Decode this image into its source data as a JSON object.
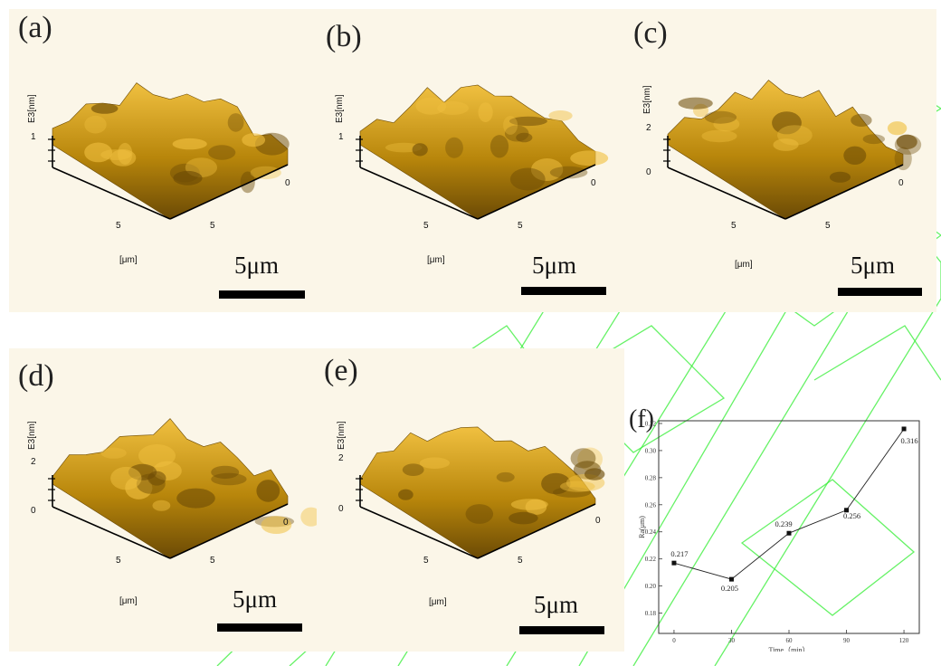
{
  "panels": [
    {
      "label": "(a)",
      "zlabel": "E3[nm]",
      "zticks": [
        "1"
      ],
      "xlabel": "[μm]",
      "tick_left": "5",
      "tick_right": "5",
      "tick_end": "0",
      "scale": "5μm"
    },
    {
      "label": "(b)",
      "zlabel": "E3[nm]",
      "zticks": [
        "1"
      ],
      "xlabel": "[μm]",
      "tick_left": "5",
      "tick_right": "5",
      "tick_end": "0",
      "scale": "5μm"
    },
    {
      "label": "(c)",
      "zlabel": "E3[nm]",
      "zticks": [
        "2",
        "0"
      ],
      "xlabel": "[μm]",
      "tick_left": "5",
      "tick_right": "5",
      "tick_end": "0",
      "scale": "5μm"
    },
    {
      "label": "(d)",
      "zlabel": "E3[nm]",
      "zticks": [
        "2",
        "0"
      ],
      "xlabel": "[μm]",
      "tick_left": "5",
      "tick_right": "5",
      "tick_end": "0",
      "scale": "5μm"
    },
    {
      "label": "(e)",
      "zlabel": "E3[nm]",
      "zticks": [
        "2",
        "0"
      ],
      "xlabel": "[μm]",
      "tick_left": "5",
      "tick_right": "5",
      "tick_end": "0",
      "scale": "5μm"
    }
  ],
  "colors": {
    "surface_dark": "#6b4a05",
    "surface_mid": "#b8860b",
    "surface_light": "#f0c040",
    "panel_bg": "#fbf6e8",
    "watermark": "#33ee33",
    "line": "#000000"
  },
  "chart_data": {
    "type": "line",
    "panel_label": "(f)",
    "xlabel": "Time（min）",
    "ylabel": "Ra(μm)",
    "x": [
      0,
      30,
      60,
      90,
      120
    ],
    "series": [
      {
        "values": [
          0.217,
          0.205,
          0.239,
          0.256,
          0.316
        ]
      }
    ],
    "data_labels": [
      "0.217",
      "0.205",
      "0.239",
      "0.256",
      "0.316"
    ],
    "xticks": [
      "0",
      "30",
      "60",
      "90",
      "120"
    ],
    "yticks": [
      "0.18",
      "0.20",
      "0.22",
      "0.24",
      "0.26",
      "0.28",
      "0.30",
      "0.32"
    ],
    "xlim": [
      -8,
      128
    ],
    "ylim": [
      0.165,
      0.322
    ],
    "grid": false,
    "marker": "square"
  }
}
